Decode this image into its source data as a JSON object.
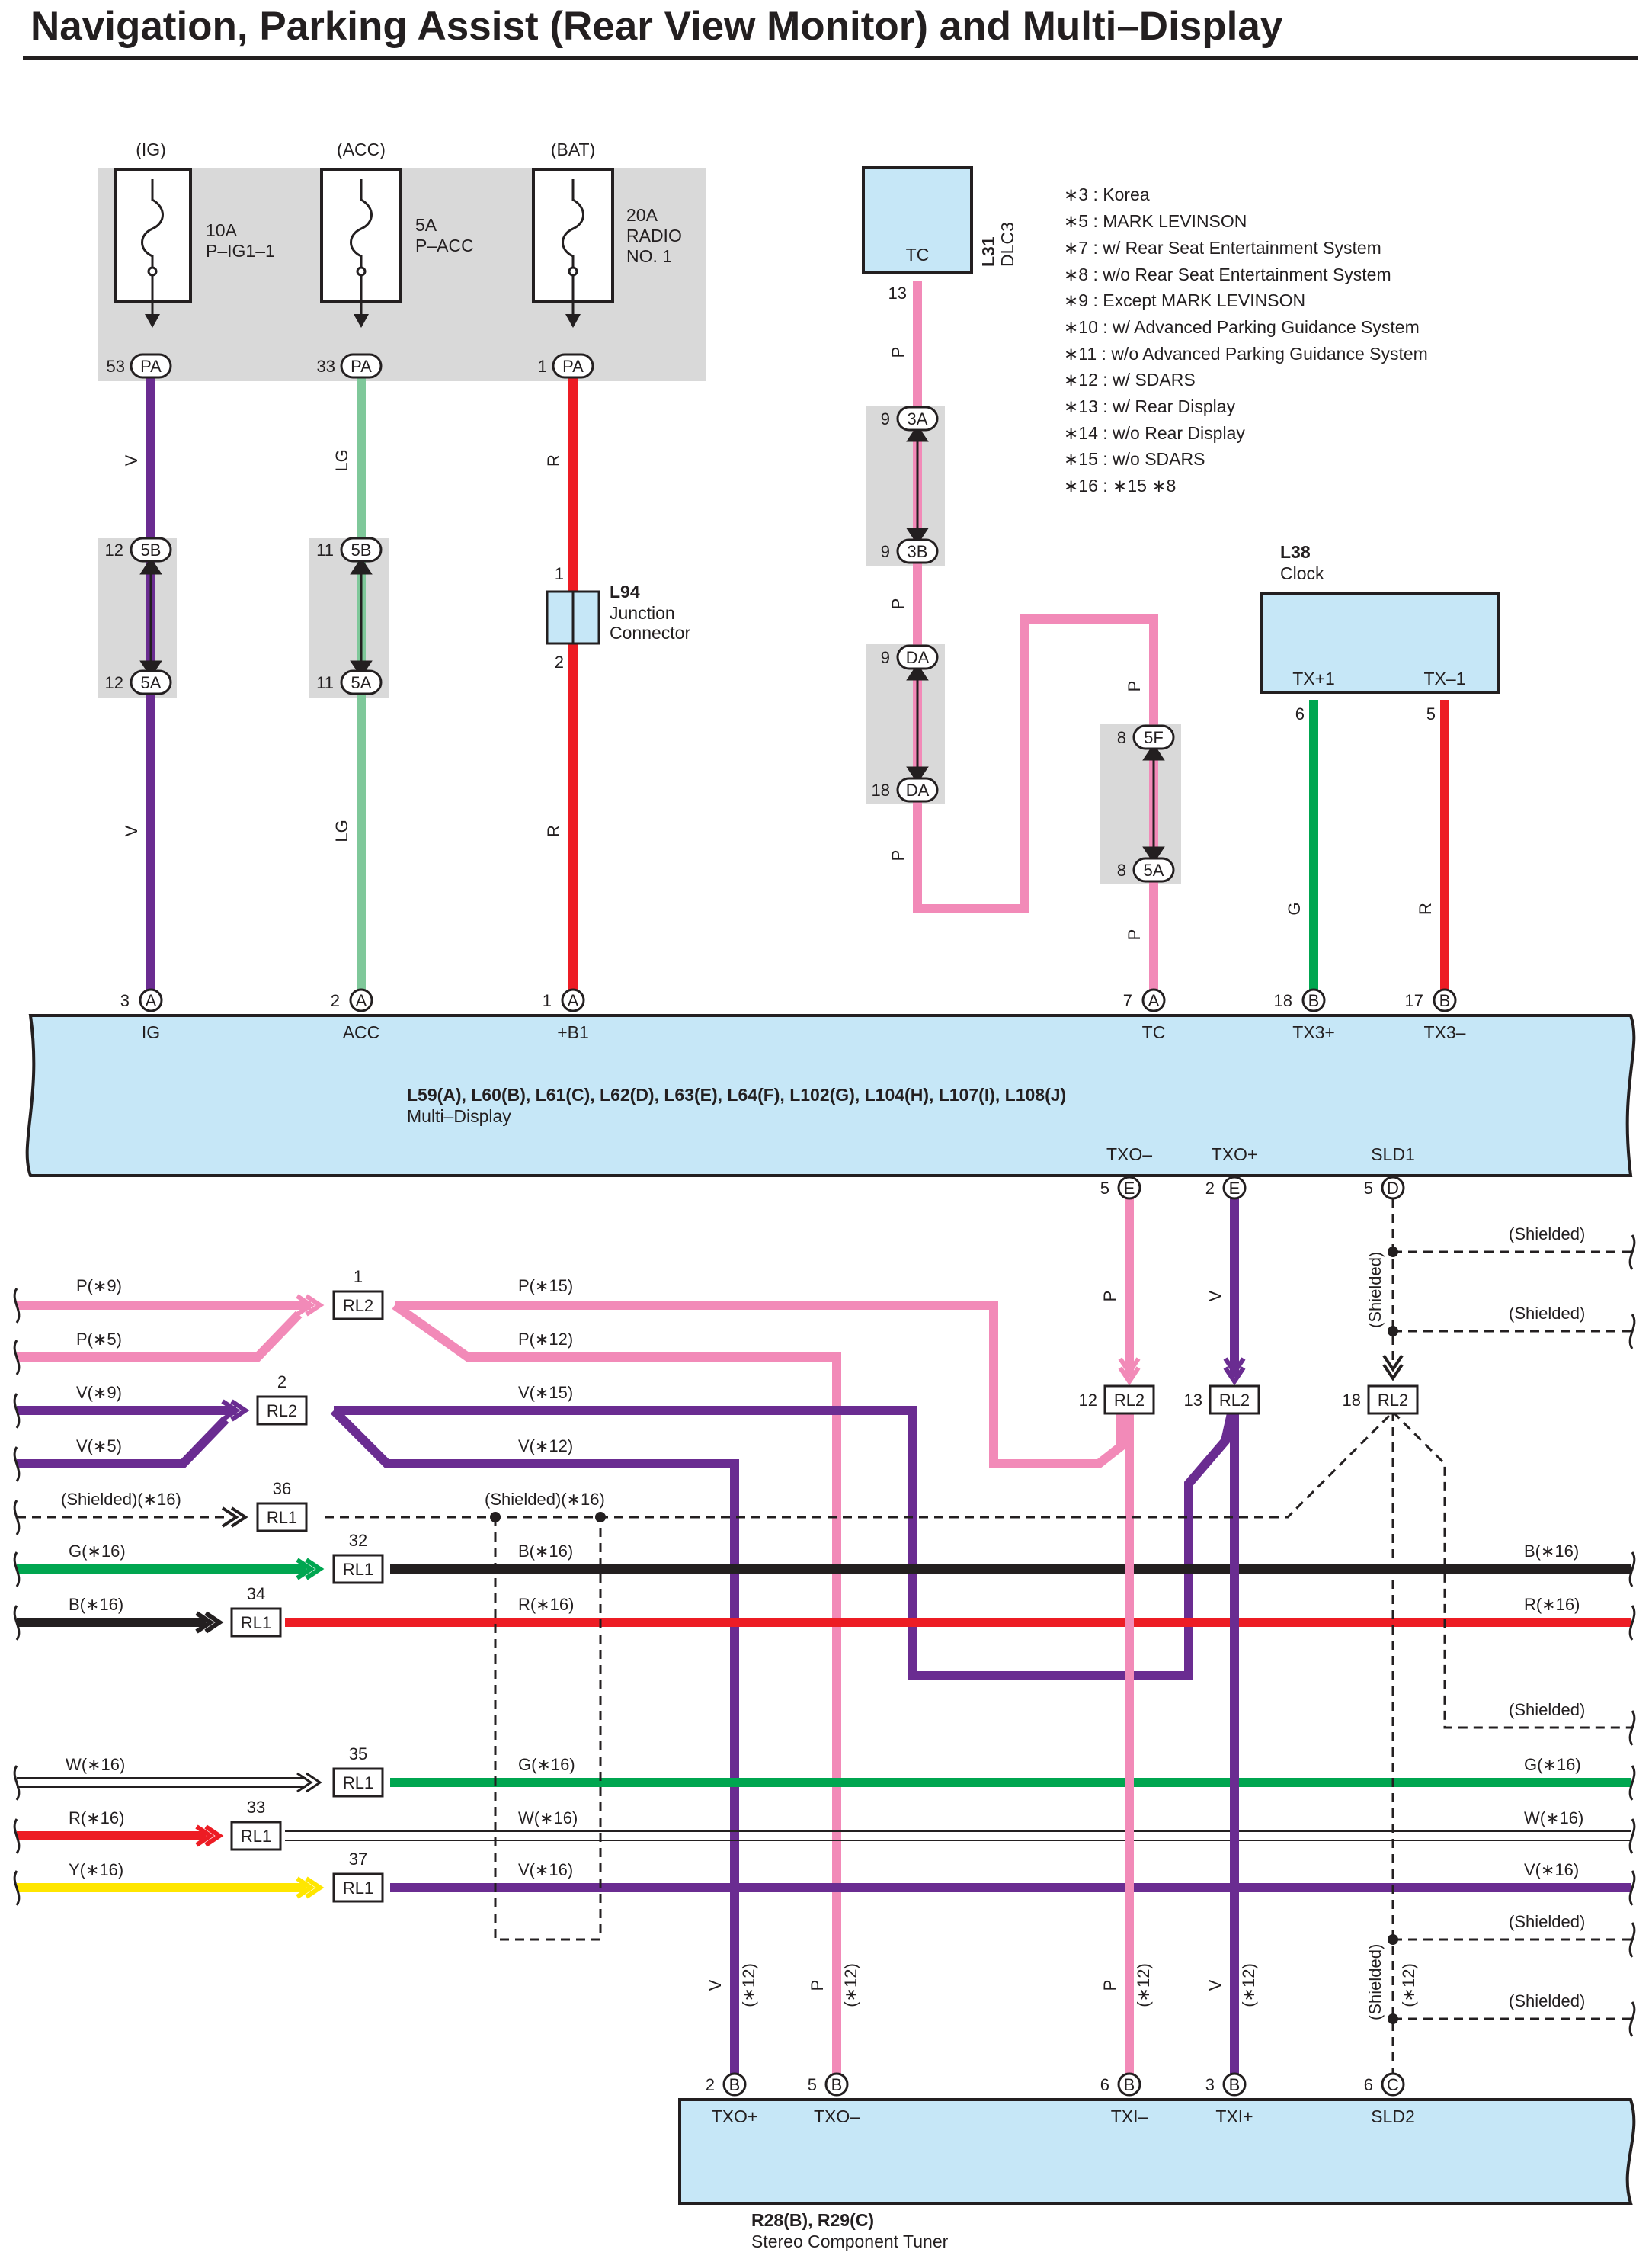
{
  "title": "Navigation, Parking Assist (Rear View Monitor) and Multi–Display",
  "colors": {
    "V": "#6a2c91",
    "LG": "#7fc89a",
    "R": "#ed1c24",
    "P": "#f28ab8",
    "G": "#00a650",
    "B": "#231f20",
    "W": "#ffffff",
    "Y": "#ffe600",
    "fill": "#c6e7f7",
    "grey": "#d9d9d9"
  },
  "notes": [
    "∗3 : Korea",
    "∗5 : MARK LEVINSON",
    "∗7 : w/ Rear Seat Entertainment System",
    "∗8 : w/o Rear Seat Entertainment System",
    "∗9 : Except MARK LEVINSON",
    "∗10 : w/ Advanced Parking Guidance System",
    "∗11 : w/o Advanced Parking Guidance System",
    "∗12 : w/ SDARS",
    "∗13 : w/ Rear Display",
    "∗14 : w/o Rear Display",
    "∗15 : w/o SDARS",
    "∗16 : ∗15 ∗8"
  ],
  "fuses": [
    {
      "source": "(IG)",
      "amp": "10A",
      "line2": "P–IG1–1",
      "line3": "",
      "pin": "53",
      "conn": "PA"
    },
    {
      "source": "(ACC)",
      "amp": "5A",
      "line2": "P–ACC",
      "line3": "",
      "pin": "33",
      "conn": "PA"
    },
    {
      "source": "(BAT)",
      "amp": "20A",
      "line2": "RADIO",
      "line3": "NO. 1",
      "pin": "1",
      "conn": "PA"
    }
  ],
  "dlc3": {
    "code": "L31",
    "name": "DLC3",
    "terminal": "TC",
    "pin": "13"
  },
  "clock": {
    "code": "L38",
    "name": "Clock",
    "t1": "TX+1",
    "t2": "TX–1",
    "p1": "6",
    "p2": "5"
  },
  "jconn": {
    "code": "L94",
    "line1": "Junction",
    "line2": "Connector",
    "pin_top": "1",
    "pin_bot": "2"
  },
  "multi_display": {
    "codes": "L59(A), L60(B), L61(C), L62(D), L63(E), L64(F), L102(G), L104(H), L107(I), L108(J)",
    "name": "Multi–Display",
    "top_pins": [
      {
        "pin": "3",
        "conn": "A",
        "name": "IG"
      },
      {
        "pin": "2",
        "conn": "A",
        "name": "ACC"
      },
      {
        "pin": "1",
        "conn": "A",
        "name": "+B1"
      },
      {
        "pin": "7",
        "conn": "A",
        "name": "TC"
      },
      {
        "pin": "18",
        "conn": "B",
        "name": "TX3+"
      },
      {
        "pin": "17",
        "conn": "B",
        "name": "TX3–"
      }
    ],
    "bottom_pins": [
      {
        "pin": "5",
        "conn": "E",
        "name": "TXO–"
      },
      {
        "pin": "2",
        "conn": "E",
        "name": "TXO+"
      },
      {
        "pin": "5",
        "conn": "D",
        "name": "SLD1"
      }
    ]
  },
  "tuner": {
    "codes": "R28(B), R29(C)",
    "name": "Stereo Component Tuner",
    "pins": [
      {
        "pin": "2",
        "conn": "B",
        "name": "TXO+"
      },
      {
        "pin": "5",
        "conn": "B",
        "name": "TXO–"
      },
      {
        "pin": "6",
        "conn": "B",
        "name": "TXI–"
      },
      {
        "pin": "3",
        "conn": "B",
        "name": "TXI+"
      },
      {
        "pin": "6",
        "conn": "C",
        "name": "SLD2"
      }
    ]
  },
  "inline_connectors": {
    "c5B": "5B",
    "c5A": "5A",
    "c3A": "3A",
    "c3B": "3B",
    "cDA": "DA",
    "c5F": "5F",
    "p12": "12",
    "p11": "11",
    "p9": "9",
    "p18": "18",
    "p8": "8"
  },
  "rl": {
    "rl1": "RL1",
    "rl2": "RL2",
    "r12": "12",
    "r13": "13",
    "r18": "18"
  },
  "splices": {
    "s1": "1",
    "s2": "2",
    "s36": "36",
    "s32": "32",
    "s34": "34",
    "s35": "35",
    "s33": "33",
    "s37": "37"
  },
  "wire_labels": {
    "V": "V",
    "LG": "LG",
    "R": "R",
    "P": "P",
    "G": "G",
    "p9": "P(∗9)",
    "p5": "P(∗5)",
    "p15": "P(∗15)",
    "p12": "P(∗12)",
    "v9": "V(∗9)",
    "v5": "V(∗5)",
    "v15": "V(∗15)",
    "v12": "V(∗12)",
    "sh16": "(Shielded)(∗16)",
    "sh": "(Shielded)",
    "g16": "G(∗16)",
    "b16": "B(∗16)",
    "r16": "R(∗16)",
    "w16": "W(∗16)",
    "y16": "Y(∗16)",
    "v16": "V(∗16)",
    "n12": "(∗12)"
  }
}
